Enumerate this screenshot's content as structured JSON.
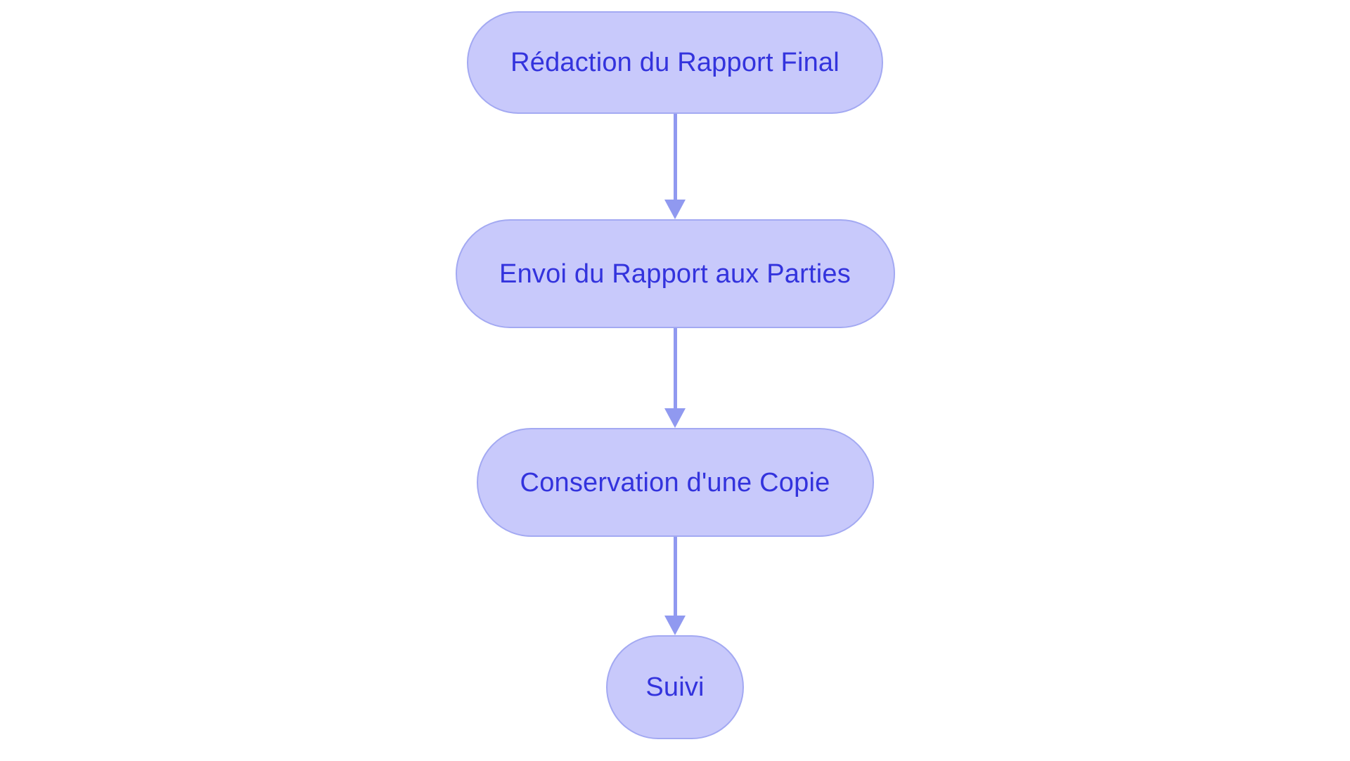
{
  "diagram": {
    "type": "flowchart",
    "orientation": "top-to-bottom",
    "background_color": "#ffffff",
    "node_fill_color": "#c8c9fb",
    "node_border_color": "#a3a9f2",
    "node_text_color": "#3333dd",
    "edge_color": "#9099f0",
    "nodes": [
      {
        "id": "n1",
        "label": "Rédaction du Rapport Final",
        "shape": "stadium"
      },
      {
        "id": "n2",
        "label": "Envoi du Rapport aux Parties",
        "shape": "stadium"
      },
      {
        "id": "n3",
        "label": "Conservation d'une Copie",
        "shape": "stadium"
      },
      {
        "id": "n4",
        "label": "Suivi",
        "shape": "stadium"
      }
    ],
    "edges": [
      {
        "from": "n1",
        "to": "n2",
        "arrow": "arrowhead-down-icon"
      },
      {
        "from": "n2",
        "to": "n3",
        "arrow": "arrowhead-down-icon"
      },
      {
        "from": "n3",
        "to": "n4",
        "arrow": "arrowhead-down-icon"
      }
    ]
  }
}
